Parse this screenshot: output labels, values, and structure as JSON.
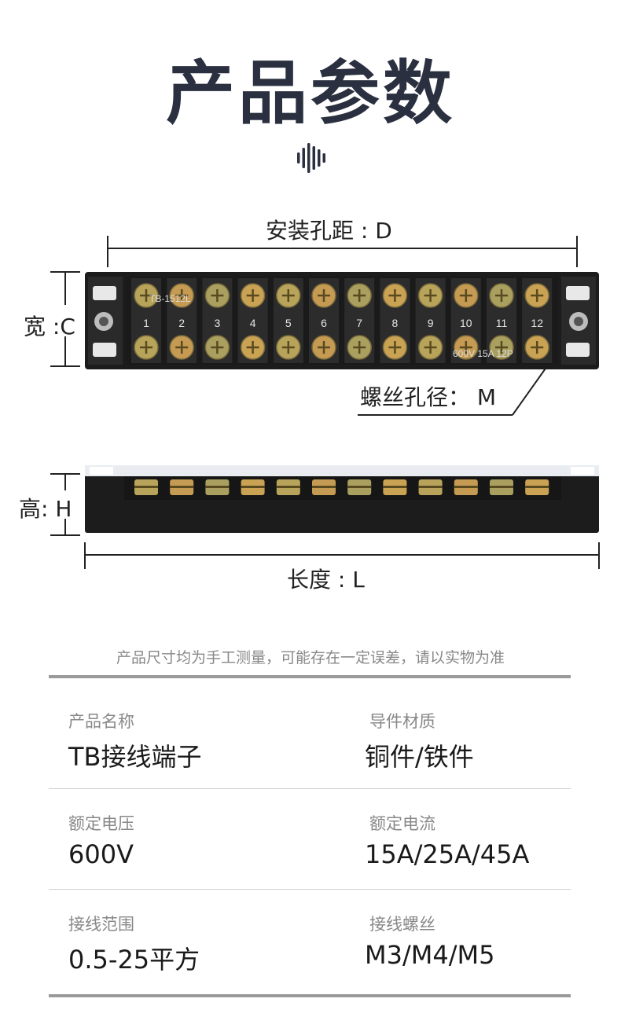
{
  "header": {
    "title": "产品参数"
  },
  "dimensions": {
    "mount_hole_distance": "安装孔距 : D",
    "width": "宽 :C",
    "screw_hole": "螺丝孔径： M",
    "height": "高: H",
    "length": "长度 : L"
  },
  "terminal": {
    "numbers": [
      "1",
      "2",
      "3",
      "4",
      "5",
      "6",
      "7",
      "8",
      "9",
      "10",
      "11",
      "12"
    ],
    "model": "TB-1512L",
    "rating": "600V 15A 12P"
  },
  "note": "产品尺寸均为手工测量，可能存在一定误差，请以实物为准",
  "specs": [
    {
      "label": "产品名称",
      "value": "TB接线端子"
    },
    {
      "label": "导件材质",
      "value": "铜件/铁件"
    },
    {
      "label": "额定电压",
      "value": "600V"
    },
    {
      "label": "额定电流",
      "value": "15A/25A/45A"
    },
    {
      "label": "接线范围",
      "value": "0.5-25平方"
    },
    {
      "label": "接线螺丝",
      "value": "M3/M4/M5"
    }
  ],
  "colors": {
    "title": "#2b3040",
    "accent": "#2b3040",
    "block": "#1c1c1c"
  }
}
